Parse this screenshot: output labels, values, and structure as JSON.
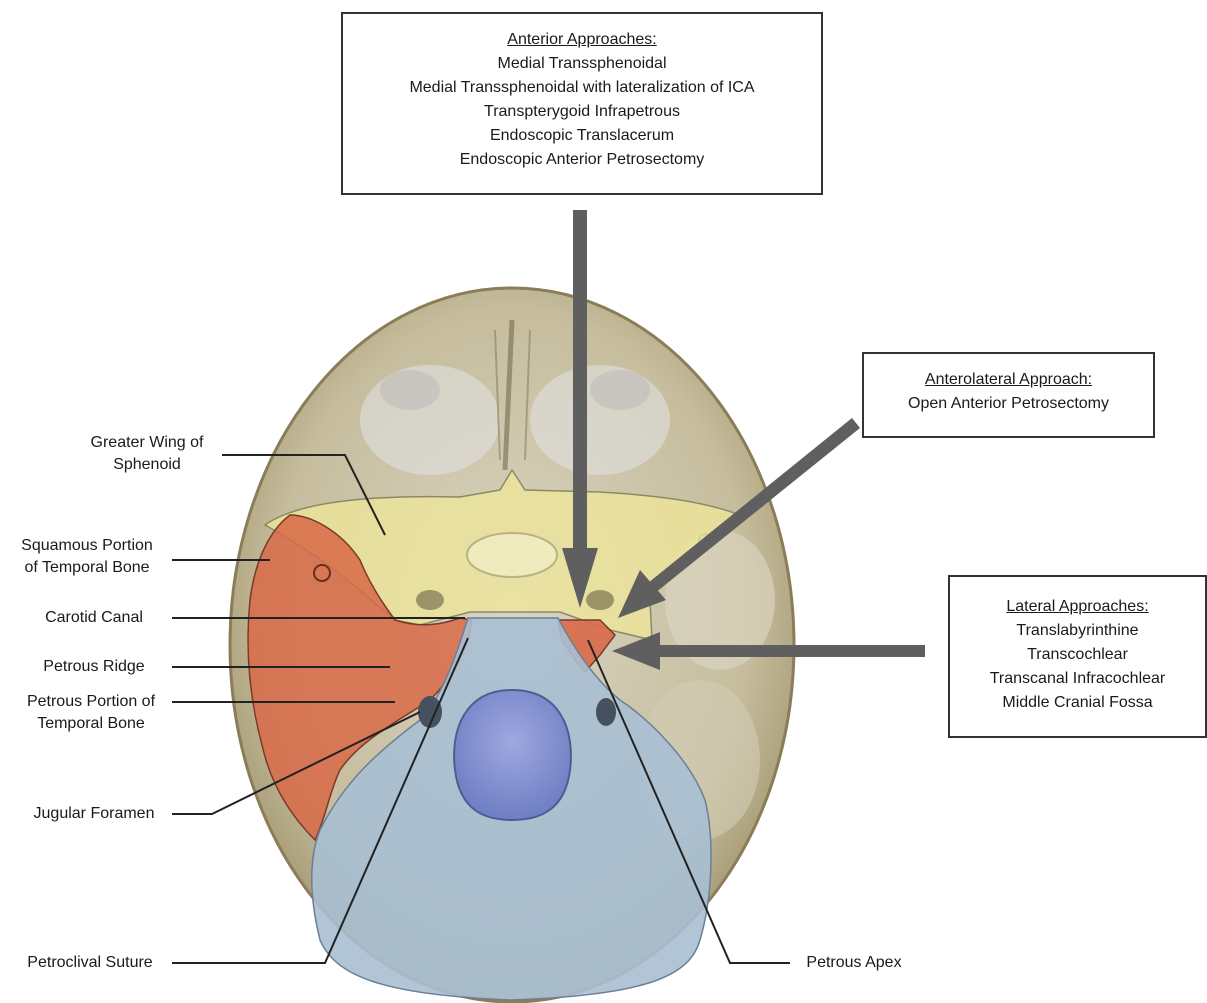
{
  "boxes": {
    "anterior": {
      "heading": "Anterior Approaches:",
      "lines": [
        "Medial Transsphenoidal",
        "Medial Transsphenoidal with lateralization of ICA",
        "Transpterygoid Infrapetrous",
        "Endoscopic Translacerum",
        "Endoscopic Anterior Petrosectomy"
      ]
    },
    "anterolateral": {
      "heading": "Anterolateral Approach:",
      "lines": [
        "Open Anterior Petrosectomy"
      ]
    },
    "lateral": {
      "heading": "Lateral Approaches:",
      "lines": [
        "Translabyrinthine",
        "Transcochlear",
        "Transcanal Infracochlear",
        "Middle Cranial Fossa"
      ]
    }
  },
  "labels": {
    "greater_wing": [
      "Greater Wing of",
      "Sphenoid"
    ],
    "squamous": [
      "Squamous Portion",
      "of Temporal Bone"
    ],
    "carotid_canal": "Carotid Canal",
    "petrous_ridge": "Petrous Ridge",
    "petrous_portion": [
      "Petrous Portion of",
      "Temporal Bone"
    ],
    "jugular_foramen": "Jugular Foramen",
    "petroclival_suture": "Petroclival Suture",
    "petrous_apex": "Petrous Apex"
  },
  "colors": {
    "skull_bone": "#c9c0a4",
    "sphenoid_highlight": "#eee59a",
    "temporal_highlight": "#d86a48",
    "occipital_highlight": "#a9bfd3",
    "arrow": "#5f5f5f",
    "leader_line": "#222222"
  }
}
